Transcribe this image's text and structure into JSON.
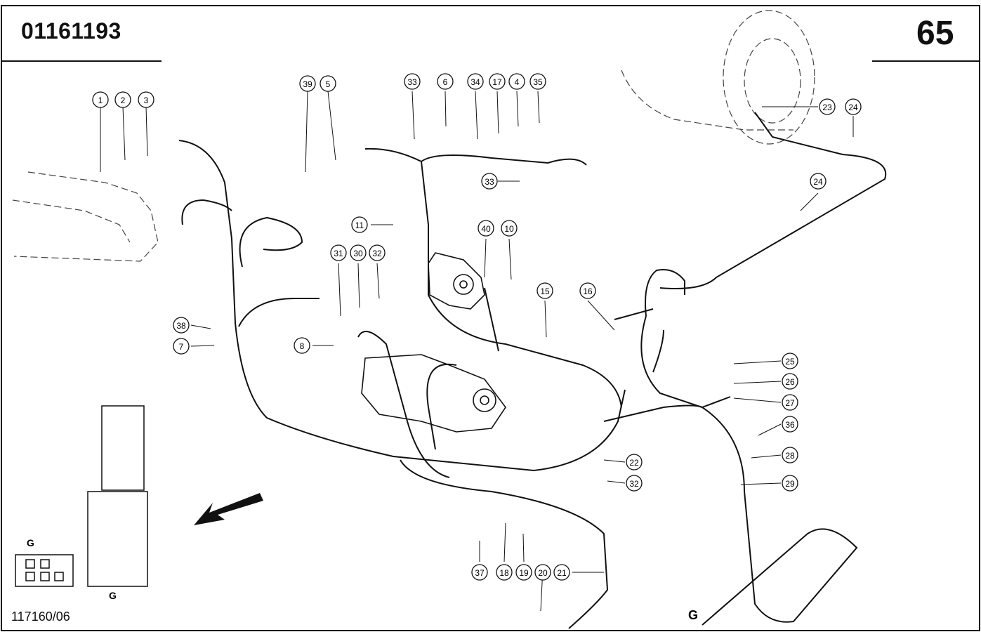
{
  "header": {
    "document_number": "01161193",
    "page_number": "65"
  },
  "footer": {
    "reference_code": "117160/06"
  },
  "diagram": {
    "callouts": [
      "1",
      "2",
      "3",
      "39",
      "5",
      "33",
      "6",
      "34",
      "17",
      "4",
      "35",
      "33",
      "23",
      "24",
      "24",
      "11",
      "40",
      "10",
      "31",
      "30",
      "32",
      "38",
      "7",
      "8",
      "15",
      "16",
      "25",
      "26",
      "27",
      "36",
      "28",
      "22",
      "32",
      "29",
      "37",
      "18",
      "19",
      "20",
      "21"
    ],
    "view_marker": "G"
  }
}
